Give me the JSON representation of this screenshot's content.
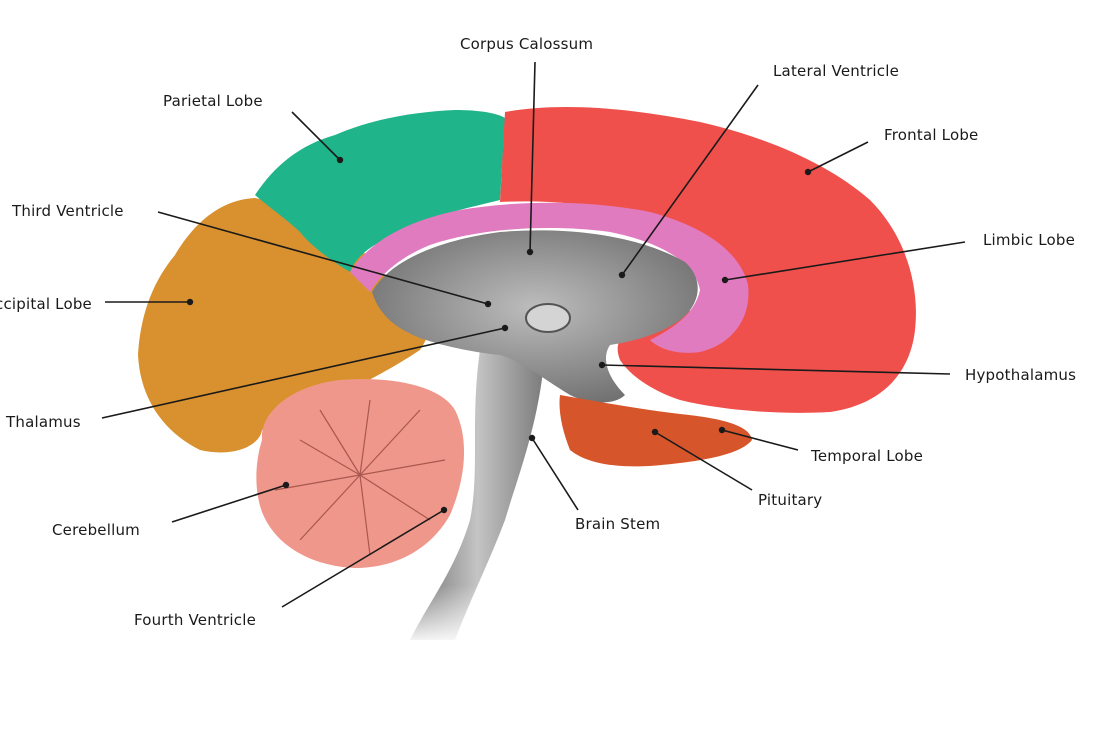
{
  "labels": {
    "corpus_calossum": "Corpus Calossum",
    "lateral_ventricle": "Lateral Ventricle",
    "parietal_lobe": "Parietal Lobe",
    "frontal_lobe": "Frontal Lobe",
    "third_ventricle": "Third Ventricle",
    "limbic_lobe": "Limbic Lobe",
    "occipital_lobe": "Occipital Lobe",
    "hypothalamus": "Hypothalamus",
    "thalamus": "Thalamus",
    "temporal_lobe": "Temporal Lobe",
    "pituitary": "Pituitary",
    "brain_stem": "Brain Stem",
    "cerebellum": "Cerebellum",
    "fourth_ventricle": "Fourth Ventricle"
  },
  "colors": {
    "frontal": "#f0504c",
    "parietal": "#1fb48a",
    "occipital": "#d9912f",
    "limbic": "#e17bc0",
    "temporal": "#d6552a",
    "cerebellum": "#f0978c",
    "core": "#8c8c8c",
    "stem": "#9a9a9a",
    "leader": "#1a1a1a"
  }
}
